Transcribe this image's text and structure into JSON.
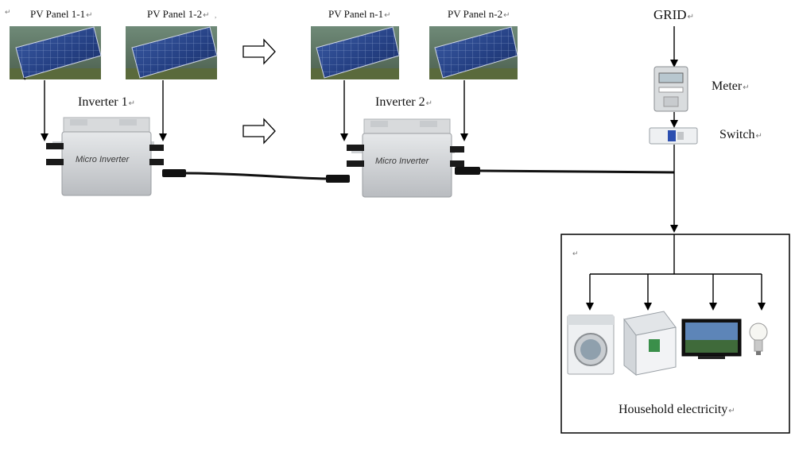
{
  "panels": {
    "p11": "PV Panel 1-1",
    "p12": "PV Panel 1-2",
    "pn1": "PV Panel n-1",
    "pn2": "PV Panel n-2"
  },
  "inverters": {
    "inv1": "Inverter 1",
    "inv2": "Inverter 2",
    "device_text": "Micro Inverter"
  },
  "grid": {
    "grid_label": "GRID",
    "meter_label": "Meter",
    "switch_label": "Switch"
  },
  "household": {
    "label": "Household electricity"
  },
  "marks": {
    "return": "↵",
    "comma": ","
  }
}
